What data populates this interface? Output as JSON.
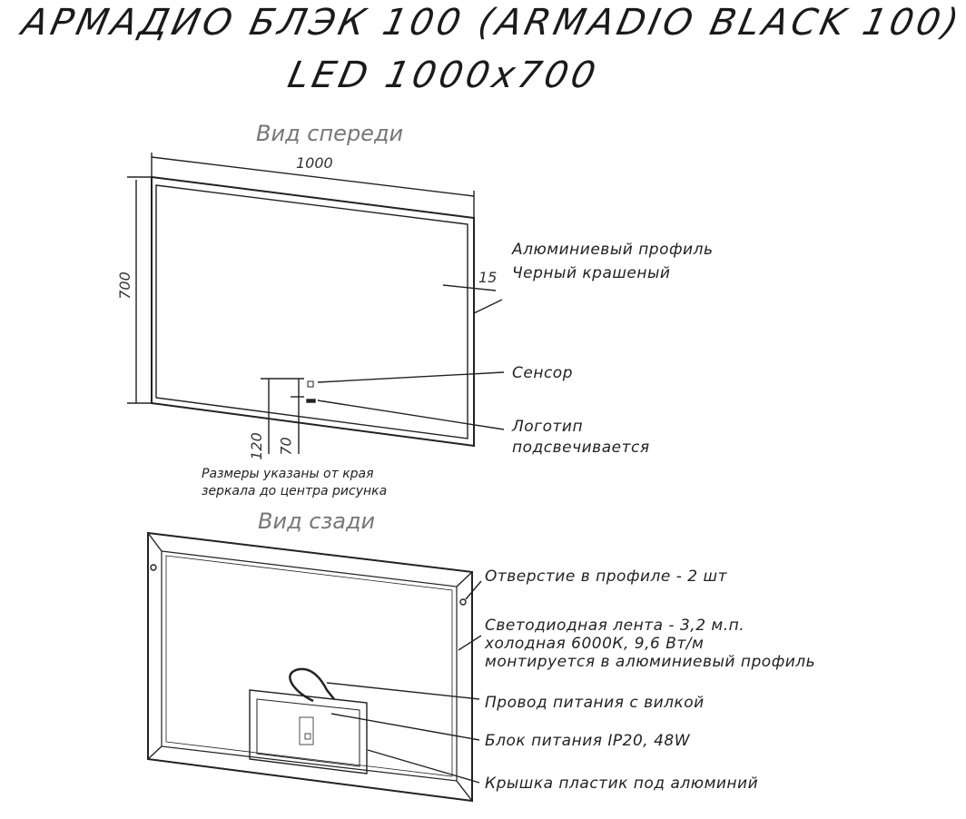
{
  "title_line1": "АРМАДИО БЛЭК 100 (ARMADIO BLACK 100)",
  "title_line2": "LED 1000x700",
  "front_view": {
    "label": "Вид спереди",
    "dim_width": "1000",
    "dim_height": "700",
    "dim_profile": "15",
    "dim_logo_1": "120",
    "dim_logo_2": "70",
    "profile_note_1": "Алюминиевый профиль",
    "profile_note_2": "Черный крашеный",
    "sensor_label": "Сенсор",
    "logo_label_1": "Логотип",
    "logo_label_2": "подсвечивается",
    "dims_note_1": "Размеры указаны от края",
    "dims_note_2": "зеркала до центра рисунка"
  },
  "back_view": {
    "label": "Вид сзади",
    "hole_note": "Отверстие в профиле - 2 шт",
    "led_note_1": "Светодиодная лента - 3,2 м.п.",
    "led_note_2": "холодная 6000К, 9,6 Вт/м",
    "led_note_3": "монтируется в алюминиевый профиль",
    "cable_note": "Провод питания с вилкой",
    "psu_note": "Блок питания IP20, 48W",
    "cover_note": "Крышка пластик под алюминий"
  }
}
